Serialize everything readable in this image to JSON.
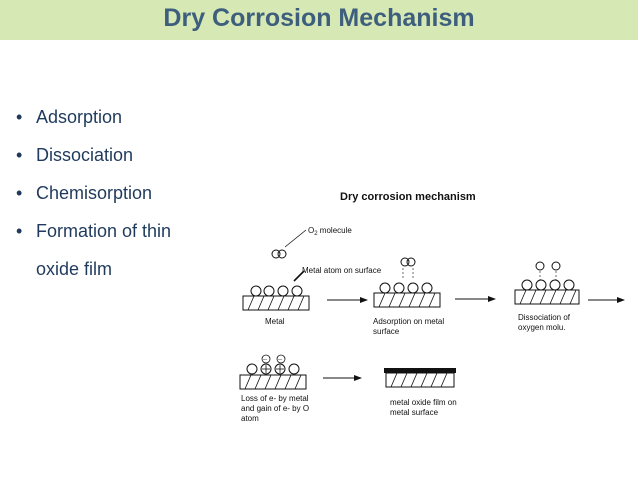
{
  "slide": {
    "title": "Dry Corrosion Mechanism",
    "bullets": [
      "Adsorption",
      "Dissociation",
      "Chemisorption",
      "Formation of thin",
      "oxide film"
    ]
  },
  "figure": {
    "heading": "Dry corrosion mechanism",
    "o2_label_o": "O",
    "o2_label_sub": "2",
    "o2_label_rest": " molecule",
    "metal_atom_label": "Metal atom on surface",
    "step_metal": "Metal",
    "step_adsorption_1": "Adsorption on metal",
    "step_adsorption_2": "surface",
    "step_dissociation_1": "Dissociation of",
    "step_dissociation_2": "oxygen molu.",
    "step_loss_1": "Loss of e- by metal",
    "step_loss_2": "and gain of e- by O",
    "step_loss_3": "atom",
    "step_oxide_1": "metal oxide film on",
    "step_oxide_2": "metal surface"
  },
  "colors": {
    "title_bar": "#d6e8b4",
    "title_text": "#3d5f7d",
    "bullet_text": "#1f3a5c"
  }
}
